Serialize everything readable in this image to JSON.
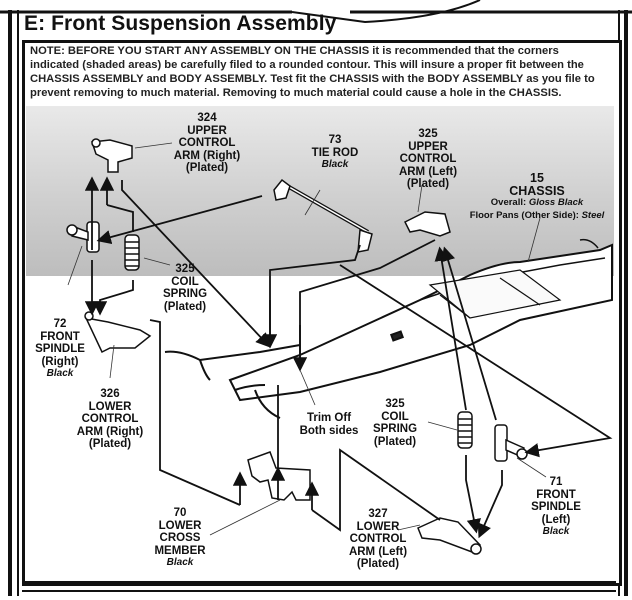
{
  "section": {
    "title": "E: Front Suspension Assembly"
  },
  "note": {
    "text": "NOTE: BEFORE YOU START ANY ASSEMBLY ON THE CHASSIS it is recommended that the corners indicated (shaded areas) be carefully filed to a rounded contour. This will insure a proper fit between the CHASSIS ASSEMBLY and BODY ASSEMBLY. Test fit the CHASSIS with the BODY ASSEMBLY as you file to prevent removing to much material. Removing to much material could cause a hole in the CHASSIS."
  },
  "parts": {
    "upper_arm_right": {
      "number": "324",
      "line1": "UPPER",
      "line2": "CONTROL",
      "line3": "ARM (Right)",
      "finish": "(Plated)"
    },
    "tie_rod": {
      "number": "73",
      "name": "TIE ROD",
      "color": "Black"
    },
    "upper_arm_left": {
      "number": "325",
      "line1": "UPPER",
      "line2": "CONTROL",
      "line3": "ARM (Left)",
      "finish": "(Plated)"
    },
    "chassis": {
      "number": "15",
      "name": "CHASSIS",
      "overall_label": "Overall:",
      "overall_color": "Gloss Black",
      "floor_label": "Floor Pans (Other Side):",
      "floor_color": "Steel"
    },
    "coil_spring_right": {
      "number": "325",
      "line1": "COIL",
      "line2": "SPRING",
      "finish": "(Plated)"
    },
    "front_spindle_right": {
      "number": "72",
      "line1": "FRONT",
      "line2": "SPINDLE",
      "line3": "(Right)",
      "color": "Black"
    },
    "lower_arm_right": {
      "number": "326",
      "line1": "LOWER",
      "line2": "CONTROL",
      "line3": "ARM (Right)",
      "finish": "(Plated)"
    },
    "trim_off": {
      "line1": "Trim Off",
      "line2": "Both sides"
    },
    "coil_spring_left": {
      "number": "325",
      "line1": "COIL",
      "line2": "SPRING",
      "finish": "(Plated)"
    },
    "front_spindle_left": {
      "number": "71",
      "line1": "FRONT",
      "line2": "SPINDLE",
      "line3": "(Left)",
      "color": "Black"
    },
    "lower_cross_member": {
      "number": "70",
      "line1": "LOWER",
      "line2": "CROSS",
      "line3": "MEMBER",
      "color": "Black"
    },
    "lower_arm_left": {
      "number": "327",
      "line1": "LOWER",
      "line2": "CONTROL",
      "line3": "ARM (Left)",
      "finish": "(Plated)"
    }
  }
}
